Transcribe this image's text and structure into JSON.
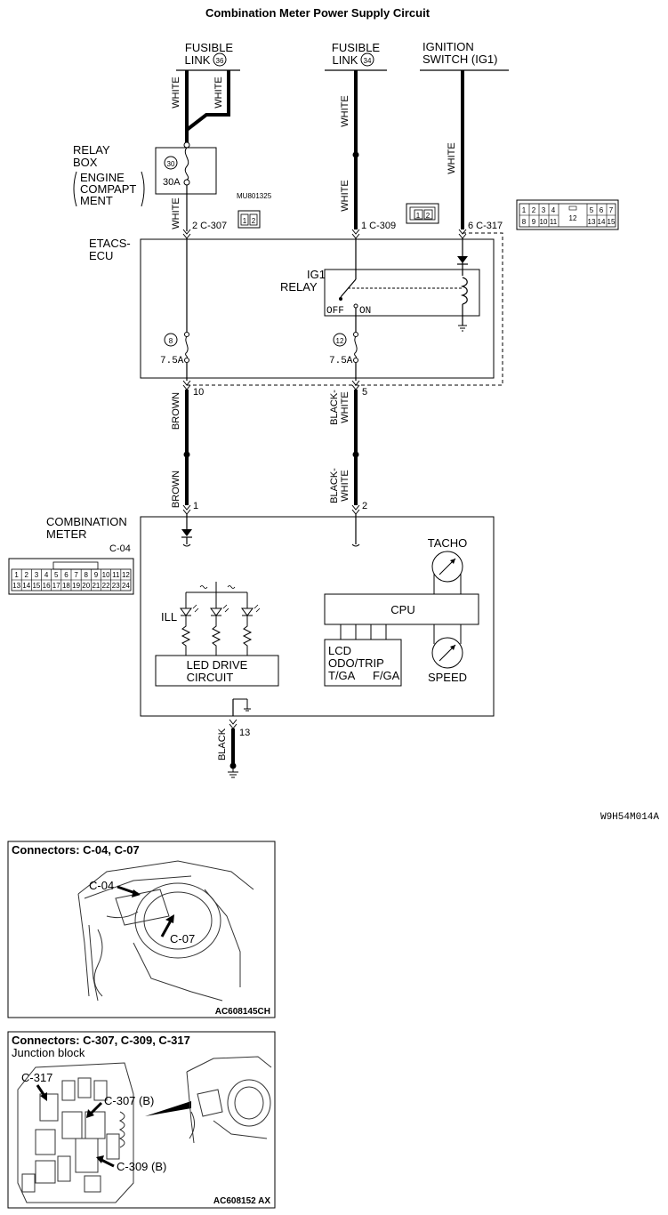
{
  "title": "Combination Meter Power Supply Circuit",
  "figure_code": "W9H54M014A",
  "sources": {
    "fusible36_line1": "FUSIBLE",
    "fusible36_line2": "LINK",
    "fusible36_num": "36",
    "fusible34_line1": "FUSIBLE",
    "fusible34_line2": "LINK",
    "fusible34_num": "34",
    "ignition_line1": "IGNITION",
    "ignition_line2": "SWITCH (IG1)"
  },
  "relay_box": {
    "line1": "RELAY",
    "line2": "BOX",
    "sub1": "ENGINE",
    "sub2": "COMPAPT",
    "sub3": "MENT",
    "fuse_num": "30",
    "fuse_rating": "30A",
    "part_code": "MU801325"
  },
  "wires": {
    "white": "WHITE",
    "brown": "BROWN",
    "black_white_1": "BLACK-",
    "black_white_2": "WHITE",
    "black": "BLACK"
  },
  "connectors": {
    "c307": "2 C-307",
    "c309": "1 C-309",
    "c317": "6 C-317",
    "c317_cells": [
      "1",
      "2",
      "3",
      "4",
      "5",
      "6",
      "7",
      "8",
      "9",
      "10",
      "11",
      "12",
      "13",
      "14",
      "15"
    ],
    "c04_cells": [
      "1",
      "2",
      "3",
      "4",
      "5",
      "6",
      "7",
      "8",
      "9",
      "10",
      "11",
      "12",
      "13",
      "14",
      "15",
      "16",
      "17",
      "18",
      "19",
      "20",
      "21",
      "22",
      "23",
      "24"
    ],
    "c307_cells": [
      "1",
      "2"
    ],
    "c309_cells": [
      "1",
      "2"
    ]
  },
  "etacs": {
    "line1": "ETACS-",
    "line2": "ECU",
    "relay_line1": "IG1",
    "relay_line2": "RELAY",
    "off": "OFF",
    "on": "ON",
    "fuse8_num": "8",
    "fuse8_rating": "7.5A",
    "fuse12_num": "12",
    "fuse12_rating": "7.5A",
    "pin10": "10",
    "pin5": "5"
  },
  "meter": {
    "line1": "COMBINATION",
    "line2": "METER",
    "connector": "C-04",
    "pin1": "1",
    "pin2": "2",
    "pin13": "13",
    "tacho": "TACHO",
    "speed": "SPEED",
    "cpu": "CPU",
    "ill": "ILL",
    "led_line1": "LED DRIVE",
    "led_line2": "CIRCUIT",
    "lcd_line1": "LCD",
    "lcd_line2": "ODO/TRIP",
    "lcd_tga": "T/GA",
    "lcd_fga": "F/GA"
  },
  "panel1": {
    "title": "Connectors: C-04, C-07",
    "label_c04": "C-04",
    "label_c07": "C-07",
    "code": "AC608145CH"
  },
  "panel2": {
    "title": "Connectors: C-307, C-309, C-317",
    "subtitle": "Junction block",
    "label_c317": "C-317",
    "label_c307": "C-307 (B)",
    "label_c309": "C-309 (B)",
    "code": "AC608152 AX"
  }
}
